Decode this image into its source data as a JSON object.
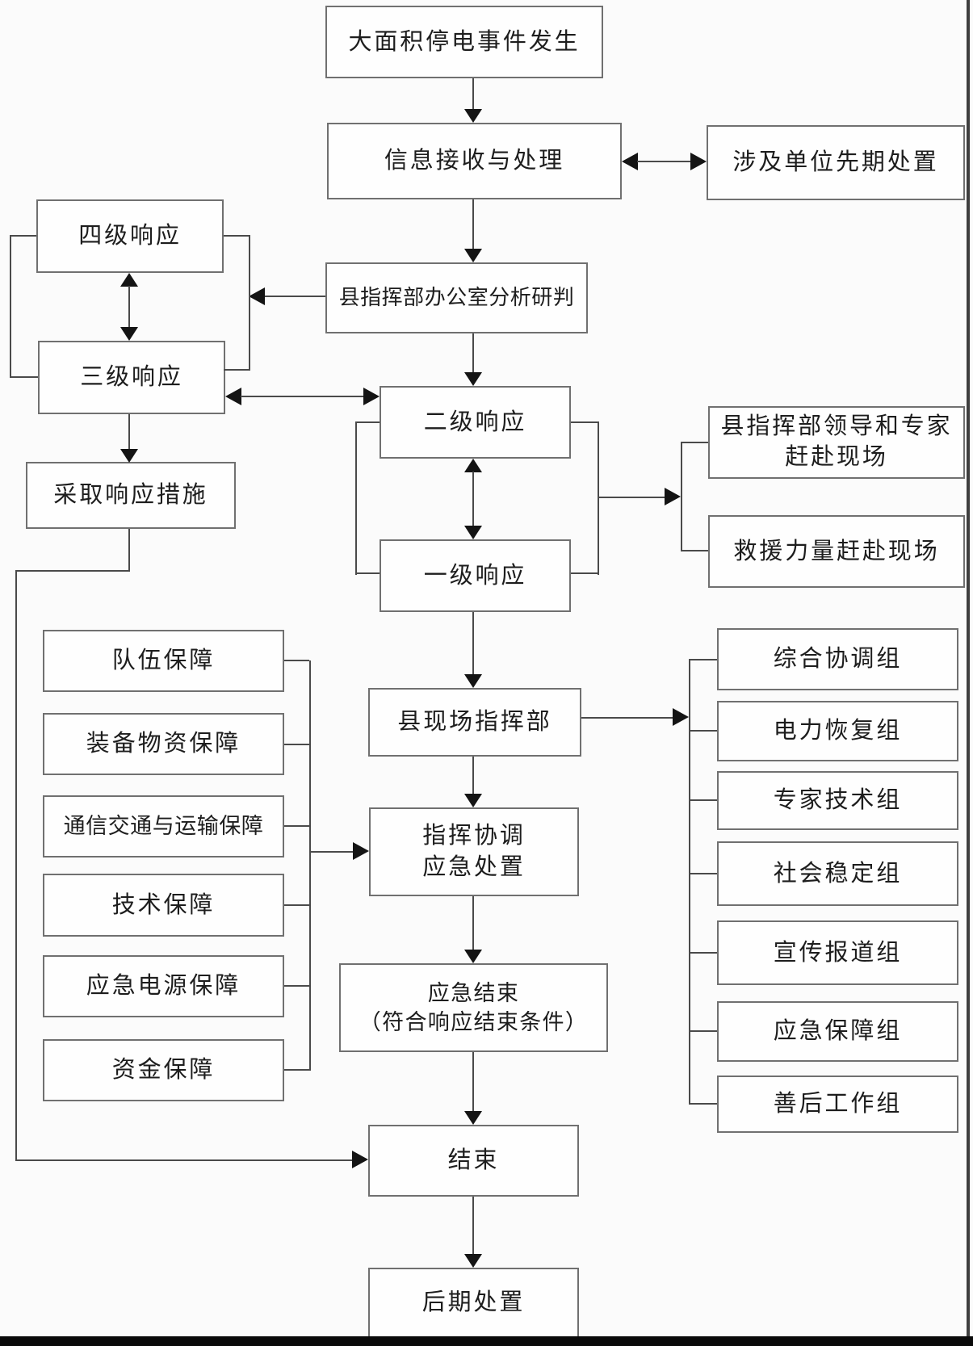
{
  "flowchart": {
    "nodes": {
      "event": {
        "label": "大面积停电事件发生"
      },
      "info_processing": {
        "label": "信息接收与处理"
      },
      "involved_units": {
        "label": "涉及单位先期处置"
      },
      "county_office": {
        "label": "县指挥部办公室分析研判"
      },
      "level4": {
        "label": "四级响应"
      },
      "level3": {
        "label": "三级响应"
      },
      "response_measures": {
        "label": "采取响应措施"
      },
      "level2": {
        "label": "二级响应"
      },
      "level1": {
        "label": "一级响应"
      },
      "leaders_experts": {
        "label": "县指挥部领导和专家\n赶赴现场"
      },
      "rescue_forces": {
        "label": "救援力量赶赴现场"
      },
      "site_hq": {
        "label": "县现场指挥部"
      },
      "command_coordination": {
        "label": "指挥协调\n应急处置"
      },
      "emergency_end": {
        "label": "应急结束\n（符合响应结束条件）"
      },
      "end": {
        "label": "结束"
      },
      "post_disposal": {
        "label": "后期处置"
      }
    },
    "support_boxes": [
      "队伍保障",
      "装备物资保障",
      "通信交通与运输保障",
      "技术保障",
      "应急电源保障",
      "资金保障"
    ],
    "group_boxes": [
      "综合协调组",
      "电力恢复组",
      "专家技术组",
      "社会稳定组",
      "宣传报道组",
      "应急保障组",
      "善后工作组"
    ],
    "colors": {
      "box_border": "#707070",
      "connector_line": "#4a4a4a",
      "arrowhead": "#141414",
      "background": "#fbfbfb",
      "text": "#1d1d1d",
      "page_right_border": "#3f3f3f",
      "page_bottom_border": "#0a0a0a"
    }
  }
}
